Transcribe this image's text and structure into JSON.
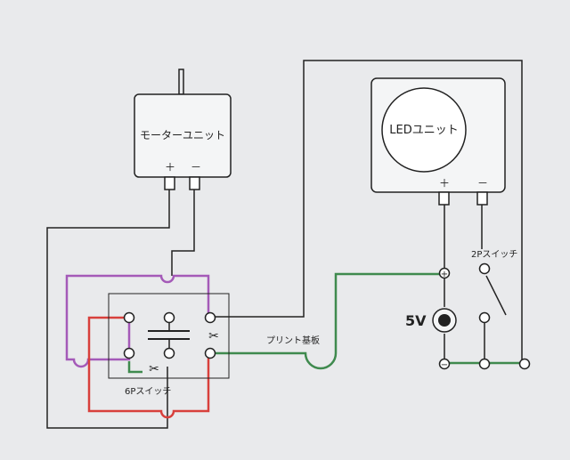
{
  "motor_unit": {
    "label": "モーターユニット",
    "plus": "＋",
    "minus": "－"
  },
  "led_unit": {
    "label": "LEDユニット",
    "plus": "＋",
    "minus": "－"
  },
  "switch_2p": {
    "label": "2Pスイッチ"
  },
  "switch_6p": {
    "label": "6Pスイッチ"
  },
  "pcb": {
    "label": "プリント基板"
  },
  "power": {
    "label": "5V",
    "plus_mark": "+",
    "minus_mark": "−"
  },
  "cut_mark": "✂",
  "colors": {
    "background": "#e9eaec",
    "line": "#222222",
    "purple_wire": "#a45ab8",
    "red_wire": "#d8403c",
    "green_wire": "#3f8a4e"
  }
}
